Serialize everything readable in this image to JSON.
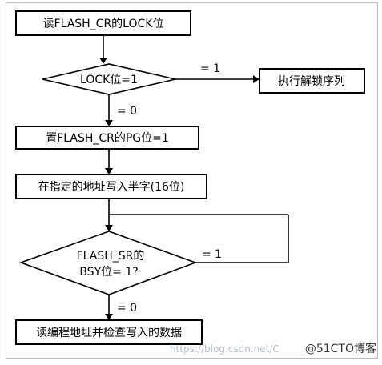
{
  "flowchart": {
    "step_read_lock": "读FLASH_CR的LOCK位",
    "decision_lock_line1": "LOCK位=1",
    "branch_lock_yes": "= 1",
    "action_unlock": "执行解锁序列",
    "branch_lock_no": "= 0",
    "step_set_pg": "置FLASH_CR的PG位=1",
    "step_write_halfword": "在指定的地址写入半字(16位)",
    "decision_bsy_line1": "FLASH_SR的",
    "decision_bsy_line2": "BSY位= 1?",
    "branch_bsy_yes": "= 1",
    "branch_bsy_no": "= 0",
    "step_verify": "读编程地址并检查写入的数据"
  },
  "watermark": {
    "url_text": "https://blog.csdn.net/C",
    "site_text": "@51CTO博客"
  }
}
